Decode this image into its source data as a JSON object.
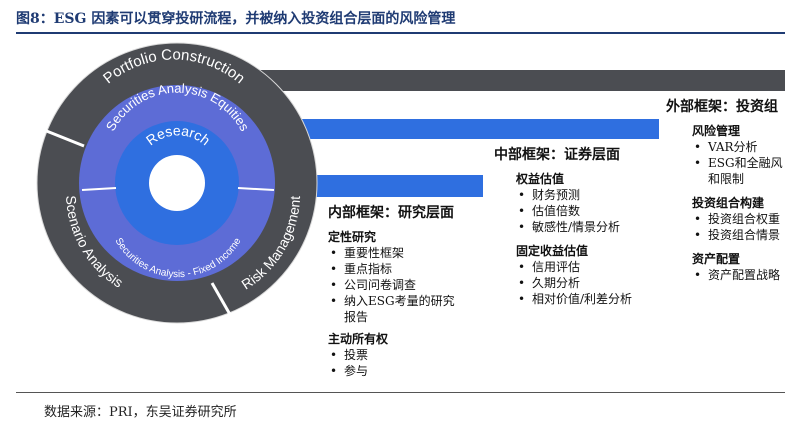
{
  "figure": {
    "title": "图8：ESG 因素可以贯穿投研流程，并被纳入投资组合层面的风险管理",
    "source": "数据来源：PRI，东吴证券研究所"
  },
  "rings": {
    "outer_top": "Portfolio Construction",
    "outer_left": "Scenario Analysis",
    "outer_right": "Risk Management",
    "middle_top": "Securities Analysis Equities",
    "middle_bottom": "Securities Analysis - Fixed Income",
    "inner": "Research"
  },
  "colors": {
    "outer_ring": "#4b4d52",
    "middle_ring": "#5d6cd6",
    "inner_ring": "#2f6fe0",
    "bar_gray": "#4b4d52",
    "bar_blue": "#2f6fe0",
    "title_blue": "#1f3b73"
  },
  "panels": {
    "inner": {
      "title": "内部框架：研究层面",
      "sections": [
        {
          "heading": "定性研究",
          "items": [
            "重要性框架",
            "重点指标",
            "公司问卷调查",
            "纳入ESG考量的研究",
            "报告"
          ]
        },
        {
          "heading": "主动所有权",
          "items": [
            "投票",
            "参与"
          ]
        }
      ]
    },
    "middle": {
      "title": "中部框架：证券层面",
      "sections": [
        {
          "heading": "权益估值",
          "items": [
            "财务预测",
            "估值倍数",
            "敏感性/情景分析"
          ]
        },
        {
          "heading": "固定收益估值",
          "items": [
            "信用评估",
            "久期分析",
            "相对价值/利差分析"
          ]
        }
      ]
    },
    "outer": {
      "title": "外部框架：投资组",
      "sections": [
        {
          "heading": "风险管理",
          "items": [
            "VAR分析",
            "ESG和全融风",
            "和限制"
          ]
        },
        {
          "heading": "投资组合构建",
          "items": [
            "投资组合权重",
            "投资组合情景"
          ]
        },
        {
          "heading": "资产配置",
          "items": [
            "资产配置战略"
          ]
        }
      ]
    }
  }
}
